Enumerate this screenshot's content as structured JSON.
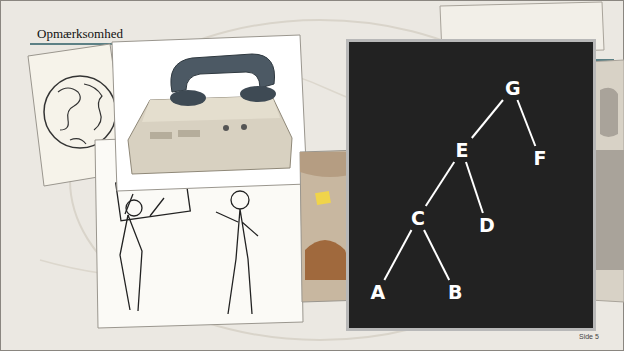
{
  "diagram": {
    "title": "Opmærksomhed",
    "nodes": [
      {
        "text": [
          "G"
        ]
      },
      {
        "text": [
          "E"
        ]
      },
      {
        "text": [
          "F"
        ]
      },
      {
        "text": [
          "C"
        ]
      },
      {
        "text": [
          "D"
        ]
      },
      {
        "text": [
          "A"
        ]
      },
      {
        "text": [
          "B"
        ]
      }
    ],
    "edges": [
      {
        "from": 0,
        "to": 1,
        "arrow": "none"
      },
      {
        "from": 0,
        "to": 2,
        "arrow": "none"
      },
      {
        "from": 1,
        "to": 3,
        "arrow": "none"
      },
      {
        "from": 1,
        "to": 4,
        "arrow": "none"
      },
      {
        "from": 3,
        "to": 5,
        "arrow": "none"
      },
      {
        "from": 3,
        "to": 6,
        "arrow": "none"
      }
    ],
    "labels": [
      "Side 5"
    ]
  }
}
